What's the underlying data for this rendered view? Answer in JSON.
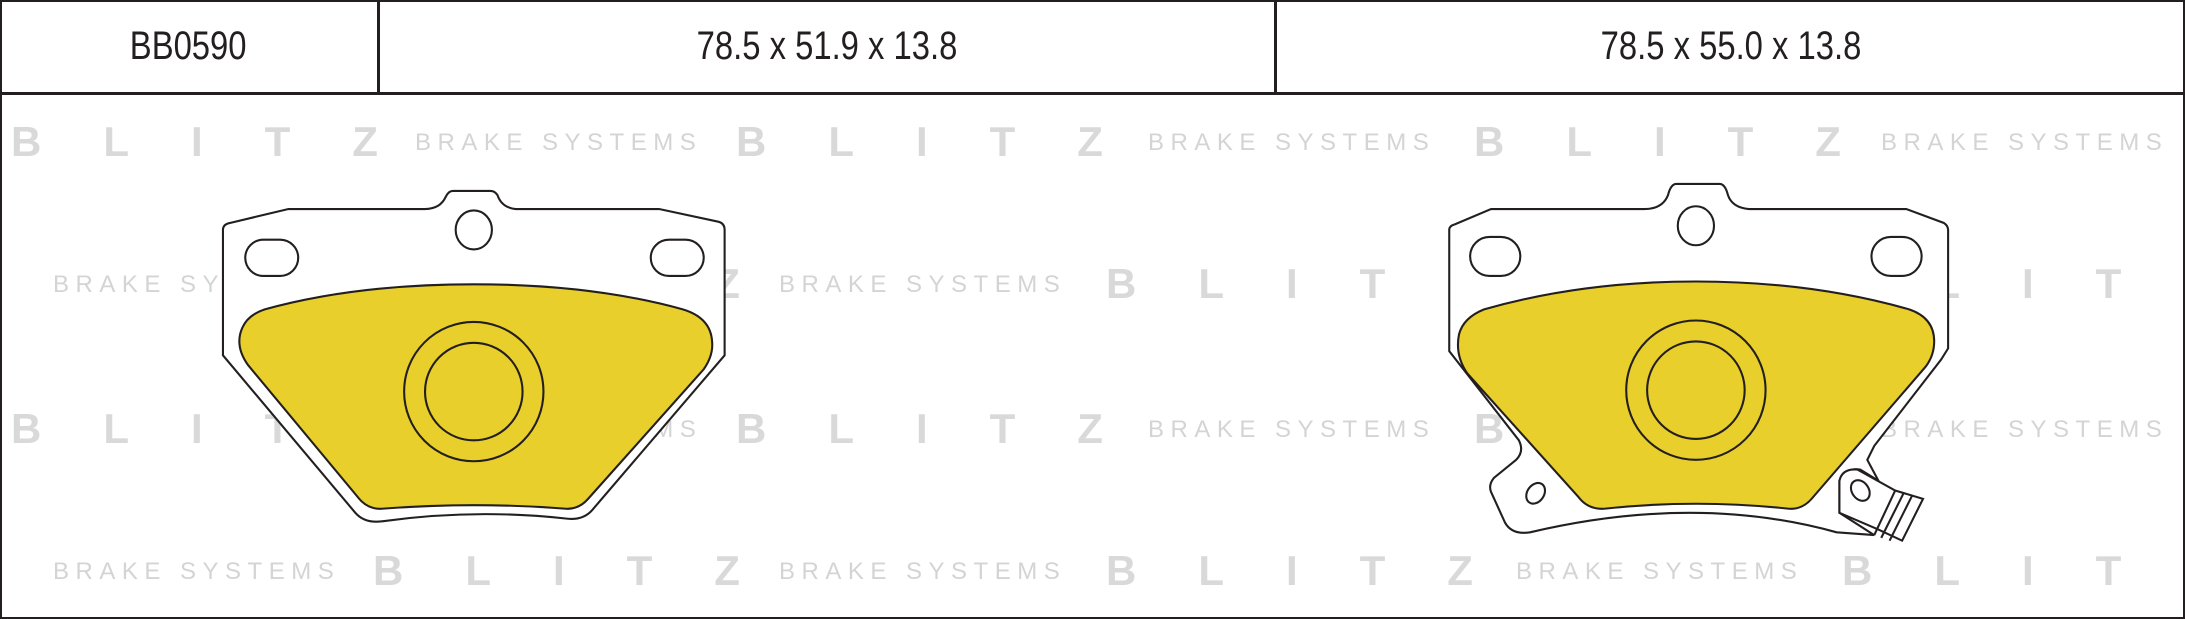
{
  "header": {
    "part_number": "BB0590",
    "dimensions_1": "78.5 x 51.9 x 13.8",
    "dimensions_2": "78.5 x 55.0 x 13.8"
  },
  "watermark": {
    "brand": "BLITZ",
    "tagline": "BRAKE SYSTEMS"
  },
  "colors": {
    "friction_material": "#e9cf2b",
    "outline": "#231f20",
    "watermark": "#d9d9d9"
  }
}
